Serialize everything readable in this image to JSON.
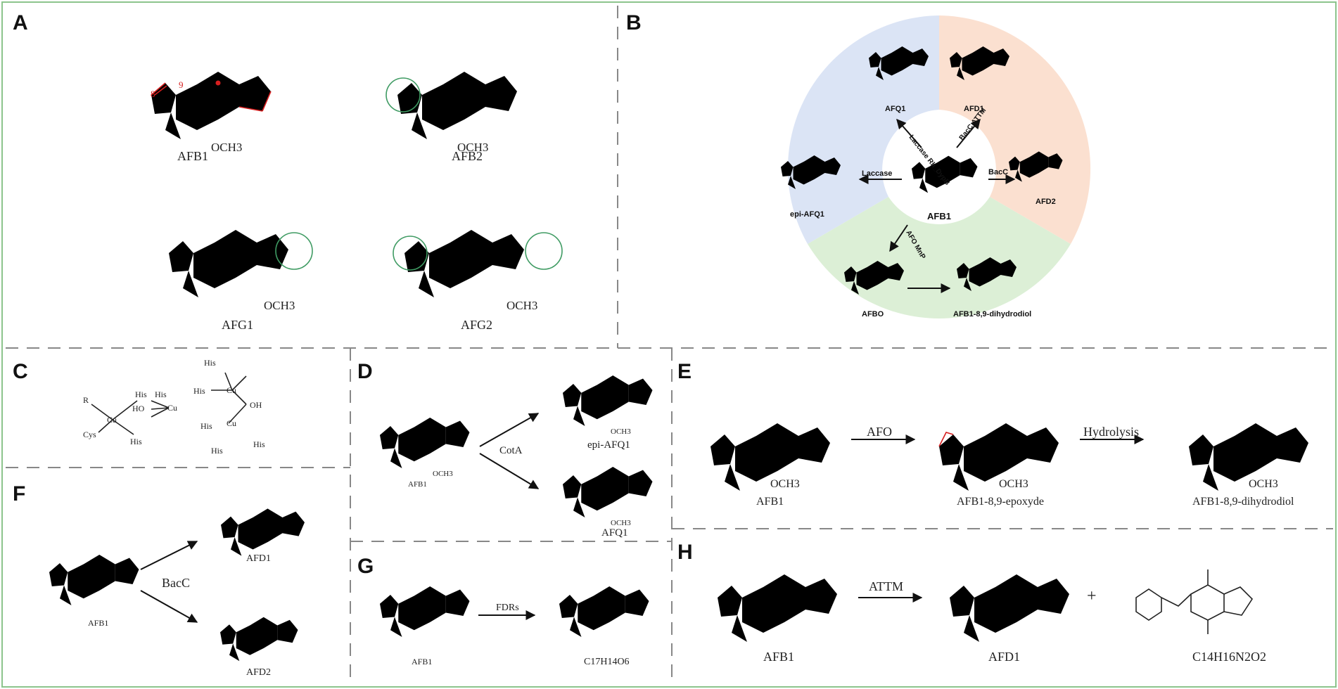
{
  "panels": {
    "A": {
      "label": "A",
      "molecules": [
        "AFB1",
        "AFB2",
        "AFG1",
        "AFG2"
      ],
      "substituent": "OCH3",
      "atom_labels": [
        "8",
        "9"
      ]
    },
    "B": {
      "label": "B",
      "center": "AFB1",
      "products": [
        "AFQ1",
        "AFD1",
        "AFD2",
        "epi-AFQ1",
        "AFBO",
        "AFB1-8,9-dihydrodiol"
      ],
      "enzymes": {
        "afq1": "Laccase Rh_DypB",
        "afd1": "BacC ATTM",
        "afd2": "BacC",
        "epiafq1": "Laccase",
        "afbo": "AFO MnP"
      },
      "colors": {
        "blue": "#dbe4f5",
        "orange": "#fbe0d0",
        "green": "#dcefd6"
      }
    },
    "C": {
      "label": "C",
      "ligands": [
        "R",
        "His",
        "Cys",
        "His",
        "Cu",
        "HO",
        "His",
        "Cu",
        "His",
        "His",
        "Cu",
        "OH",
        "His",
        "Cu",
        "His",
        "His"
      ]
    },
    "D": {
      "label": "D",
      "enzyme": "CotA",
      "substrate": "AFB1",
      "products": [
        "epi-AFQ1",
        "AFQ1"
      ],
      "substituent": "OCH3"
    },
    "E": {
      "label": "E",
      "enzyme": "AFO",
      "step2": "Hydrolysis",
      "compounds": [
        "AFB1",
        "AFB1-8,9-epoxyde",
        "AFB1-8,9-dihydrodiol"
      ],
      "substituent": "OCH3"
    },
    "F": {
      "label": "F",
      "enzyme": "BacC",
      "substrate": "AFB1",
      "products": [
        "AFD1",
        "AFD2"
      ]
    },
    "G": {
      "label": "G",
      "enzyme": "FDRs",
      "substrate": "AFB1",
      "product": "C17H14O6"
    },
    "H": {
      "label": "H",
      "enzyme": "ATTM",
      "compounds": [
        "AFB1",
        "AFD1",
        "C14H16N2O2"
      ],
      "plus": "+"
    }
  }
}
